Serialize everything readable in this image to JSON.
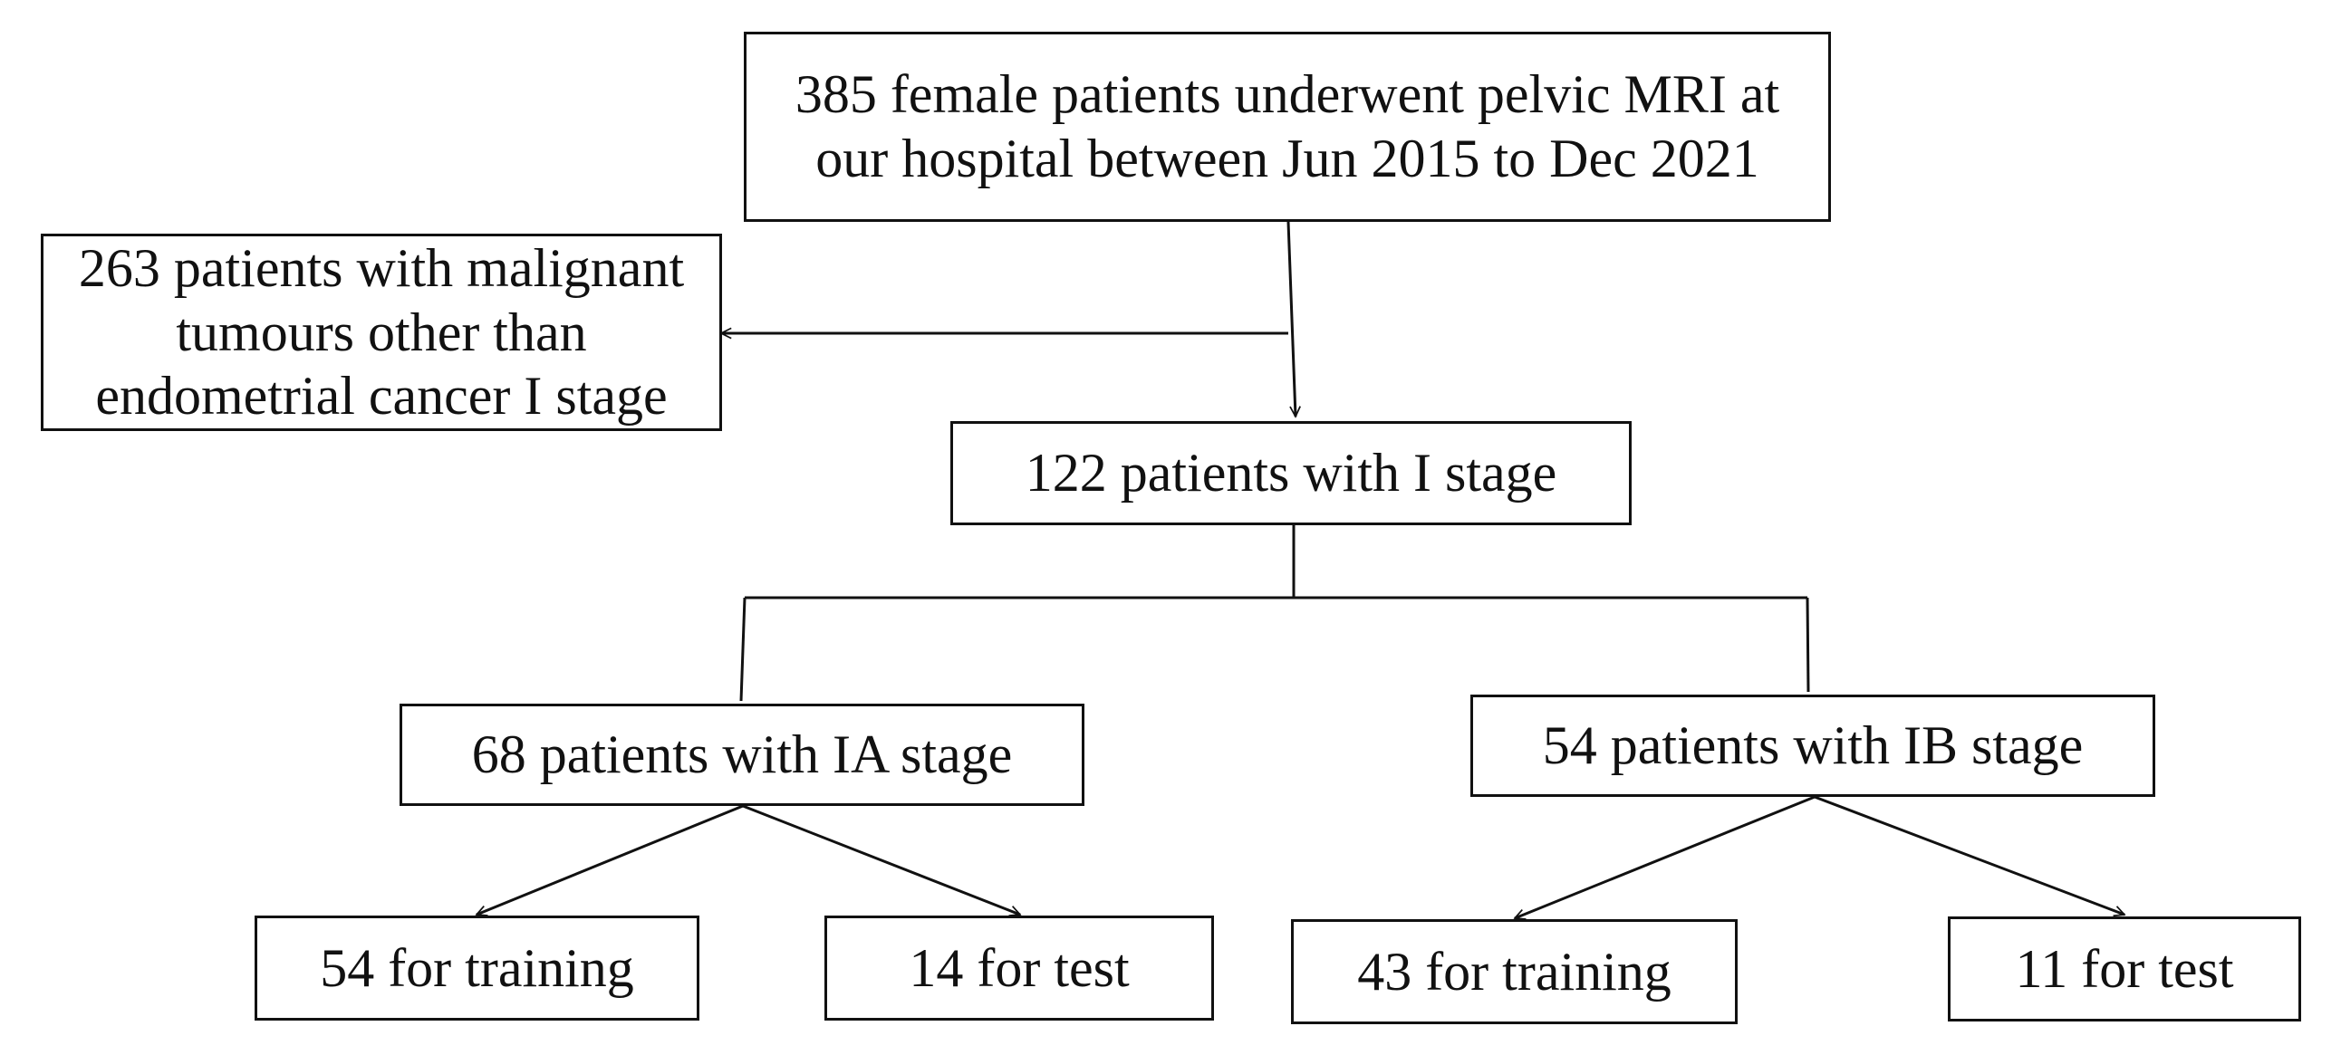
{
  "flowchart": {
    "top": "385 female patients underwent pelvic MRI at\nour hospital between Jun 2015 to Dec 2021",
    "excluded": "263 patients with malignant\ntumours other than\nendometrial cancer I stage",
    "stage_i": "122 patients with I stage",
    "stage_ia": "68 patients with IA stage",
    "stage_ib": "54 patients with IB stage",
    "ia_training": "54 for training",
    "ia_test": "14 for test",
    "ib_training": "43 for training",
    "ib_test": "11 for test"
  },
  "colors": {
    "line": "#111111",
    "background": "#ffffff"
  }
}
